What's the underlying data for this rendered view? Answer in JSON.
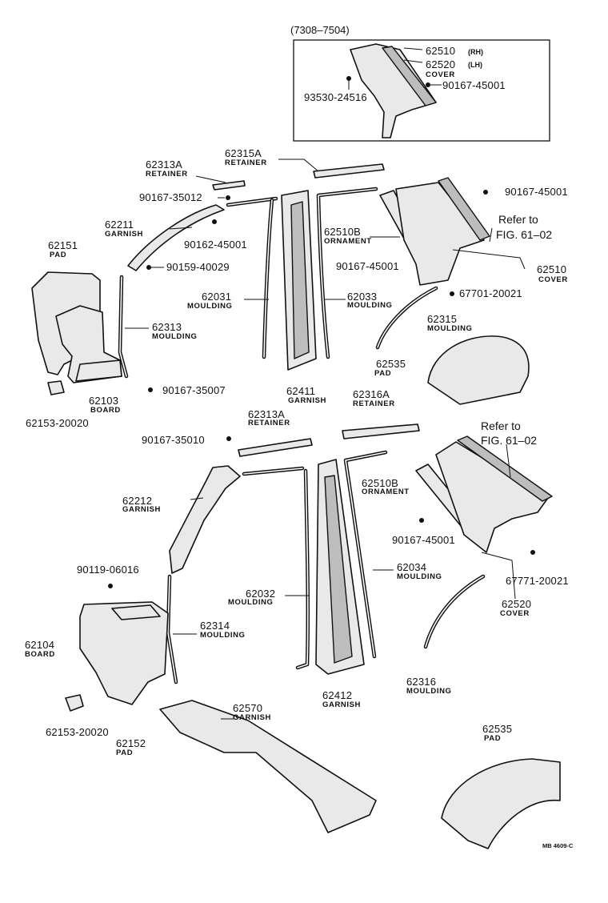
{
  "header": {
    "date_range": "(7308–7504)"
  },
  "labels": {
    "p62510_hdr": "62510",
    "rh": "(RH)",
    "p62520_hdr": "62520",
    "lh": "(LH)",
    "cover_hdr": "COVER",
    "p90167_45001_hdr": "90167-45001",
    "p93530": "93530-24516",
    "p62315A": "62315A",
    "retainer_a": "RETAINER",
    "p62313A": "62313A",
    "retainer_b": "RETAINER",
    "p90167_35012": "90167-35012",
    "p62211": "62211",
    "garnish_a": "GARNISH",
    "p90162_45001": "90162-45001",
    "p62151": "62151",
    "pad_a": "PAD",
    "p90159_40029": "90159-40029",
    "p62313": "62313",
    "moulding_a": "MOULDING",
    "p62103": "62103",
    "board_a": "BOARD",
    "p90167_35007": "90167-35007",
    "p62153_a": "62153-20020",
    "p62031": "62031",
    "moulding_b": "MOULDING",
    "p62033": "62033",
    "moulding_c": "MOULDING",
    "p62411": "62411",
    "garnish_b": "GARNISH",
    "p62510B_a": "62510B",
    "ornament_a": "ORNAMENT",
    "p90167_45001_a": "90167-45001",
    "p90167_45001_b": "90167-45001",
    "refer_a": "Refer to",
    "fig_a": "FIG. 61–02",
    "p62510": "62510",
    "cover_a": "COVER",
    "p67701": "67701-20021",
    "p62315": "62315",
    "moulding_d": "MOULDING",
    "p62535_a": "62535",
    "pad_b": "PAD",
    "p62313A_b": "62313A",
    "retainer_c": "RETAINER",
    "p62316A": "62316A",
    "retainer_d": "RETAINER",
    "p90167_35010": "90167-35010",
    "refer_b": "Refer to",
    "fig_b": "FIG. 61–02",
    "p62212": "62212",
    "garnish_c": "GARNISH",
    "p62510B_b": "62510B",
    "ornament_b": "ORNAMENT",
    "p90167_45001_c": "90167-45001",
    "p90119": "90119-06016",
    "p62034": "62034",
    "moulding_e": "MOULDING",
    "p62032": "62032",
    "moulding_f": "MOULDING",
    "p62314": "62314",
    "moulding_g": "MOULDING",
    "p67771": "67771-20021",
    "p62520": "62520",
    "cover_b": "COVER",
    "p62104": "62104",
    "board_b": "BOARD",
    "p62412": "62412",
    "garnish_d": "GARNISH",
    "p62316": "62316",
    "moulding_h": "MOULDING",
    "p62570": "62570",
    "garnish_e": "GARNISH",
    "p62153_b": "62153-20020",
    "p62152": "62152",
    "pad_c": "PAD",
    "p62535_b": "62535",
    "pad_d": "PAD",
    "drawing_code": "MB 4609-C"
  }
}
